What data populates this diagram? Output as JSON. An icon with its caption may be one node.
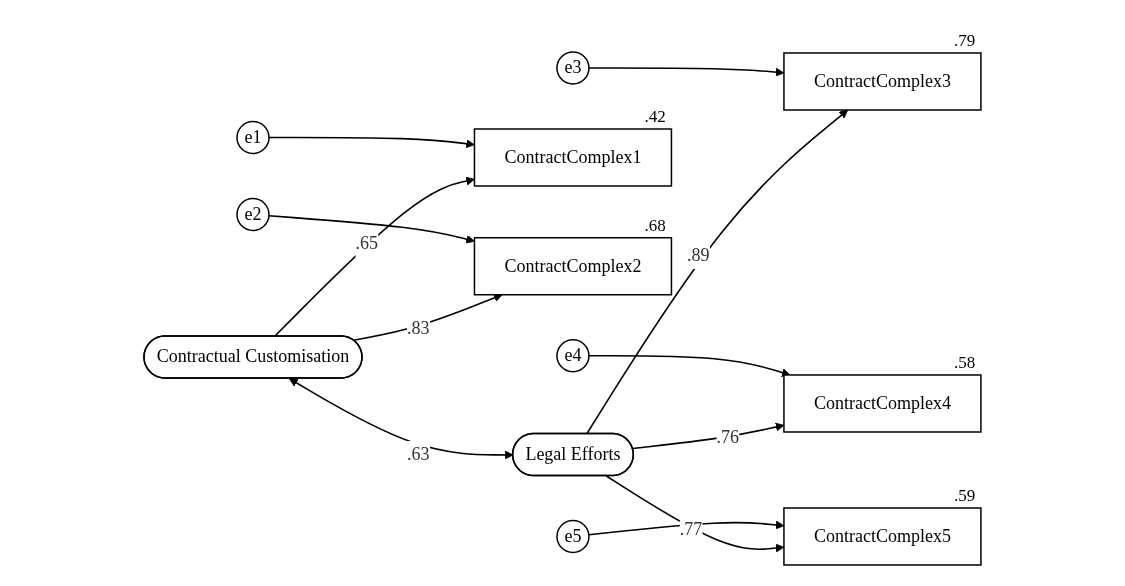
{
  "diagram": {
    "nodes": [
      {
        "text": [
          "Contractual Customisation"
        ]
      },
      {
        "text": [
          "Legal Efforts"
        ]
      },
      {
        "text": [
          "ContractComplex1"
        ],
        "beside": [
          ".42"
        ]
      },
      {
        "text": [
          "ContractComplex2"
        ],
        "beside": [
          ".68"
        ]
      },
      {
        "text": [
          "ContractComplex3"
        ],
        "beside": [
          ".79"
        ]
      },
      {
        "text": [
          "ContractComplex4"
        ],
        "beside": [
          ".58"
        ]
      },
      {
        "text": [
          "ContractComplex5"
        ],
        "beside": [
          ".59"
        ]
      },
      {
        "text": [
          "e1"
        ]
      },
      {
        "text": [
          "e2"
        ]
      },
      {
        "text": [
          "e3"
        ]
      },
      {
        "text": [
          "e4"
        ]
      },
      {
        "text": [
          "e5"
        ]
      }
    ],
    "edges": [
      {
        "from": 0,
        "to": 1,
        "arrow": "both",
        "label": ".63"
      },
      {
        "from": 0,
        "to": 2,
        "arrow": "to",
        "label": ".65"
      },
      {
        "from": 0,
        "to": 3,
        "arrow": "to",
        "label": ".83"
      },
      {
        "from": 1,
        "to": 4,
        "arrow": "to",
        "label": ".89"
      },
      {
        "from": 1,
        "to": 5,
        "arrow": "to",
        "label": ".76"
      },
      {
        "from": 1,
        "to": 6,
        "arrow": "to",
        "label": ".77"
      },
      {
        "from": 7,
        "to": 2,
        "arrow": "to"
      },
      {
        "from": 8,
        "to": 3,
        "arrow": "to"
      },
      {
        "from": 9,
        "to": 4,
        "arrow": "to"
      },
      {
        "from": 10,
        "to": 5,
        "arrow": "to"
      },
      {
        "from": 11,
        "to": 6,
        "arrow": "to"
      }
    ]
  }
}
